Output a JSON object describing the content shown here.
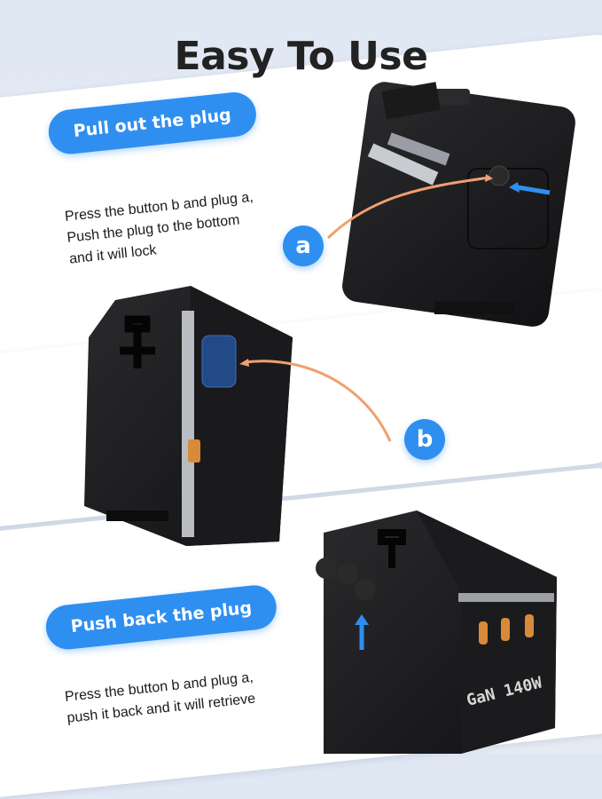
{
  "title": "Easy To Use",
  "step1": {
    "heading": "Pull out the plug",
    "lines": [
      "Press the button b and plug a,",
      "Push the plug to the bottom",
      "and it will lock"
    ]
  },
  "step2": {
    "heading": "Push back the plug",
    "lines": [
      "Press the button b and plug a,",
      "push it back and it will retrieve"
    ]
  },
  "markers": {
    "a": "a",
    "b": "b"
  },
  "device_label": "GaN 140W",
  "colors": {
    "accent": "#2f8ff0",
    "arrow": "#f0a070",
    "device": "#1c1c1e"
  }
}
